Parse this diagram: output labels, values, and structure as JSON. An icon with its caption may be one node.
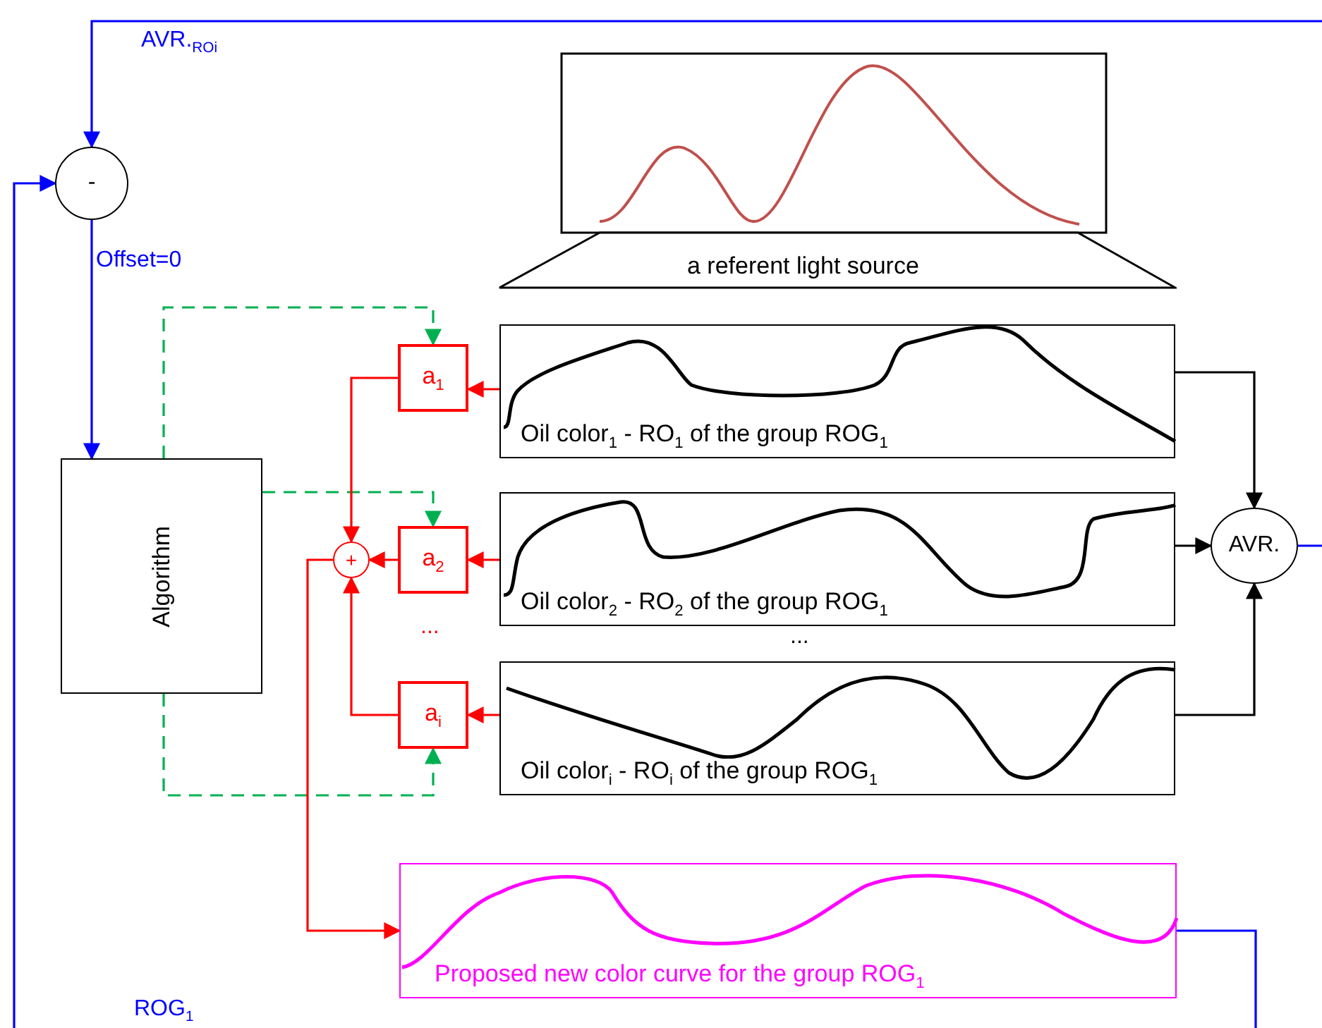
{
  "diagram": {
    "nodes": [
      {
        "text": [
          "-"
        ]
      },
      {
        "text": [
          "Algorithm"
        ]
      },
      {
        "text": [
          "a referent light source"
        ]
      },
      {
        "text": [
          "a$_{1}$"
        ]
      },
      {
        "text": [
          "a$_{2}$"
        ]
      },
      {
        "text": [
          "a$_{i}$"
        ]
      },
      {
        "text": [
          "+"
        ]
      },
      {
        "text": [
          "Oil color$_{1}$ - RO$_{1}$ of the group ROG$_{1}$"
        ]
      },
      {
        "text": [
          "Oil color$_{2}$ - RO$_{2}$ of the group ROG$_{1}$"
        ]
      },
      {
        "text": [
          "Oil color$_{i}$ - RO$_{i}$ of the group ROG$_{1}$"
        ]
      },
      {
        "text": [
          "AVR."
        ]
      },
      {
        "text": [
          "Proposed new color curve for the group ROG$_{1}$"
        ]
      }
    ],
    "edges": [
      {
        "from": null,
        "to": 0,
        "arrow": "to",
        "label": "AVR.$_{ROi}$",
        "color": "#0000ff"
      },
      {
        "from": null,
        "to": 0,
        "arrow": "to",
        "color": "#0000ff"
      },
      {
        "from": 0,
        "to": 1,
        "arrow": "to",
        "label": "Offset=0",
        "color": "#0000ff"
      },
      {
        "from": 1,
        "to": 3,
        "arrow": "to",
        "style": "dashed",
        "color": "#00b050"
      },
      {
        "from": 1,
        "to": 4,
        "arrow": "to",
        "style": "dashed",
        "color": "#00b050"
      },
      {
        "from": 1,
        "to": 5,
        "arrow": "to",
        "style": "dashed",
        "color": "#00b050"
      },
      {
        "from": 7,
        "to": 3,
        "arrow": "to"
      },
      {
        "from": 8,
        "to": 4,
        "arrow": "to"
      },
      {
        "from": 9,
        "to": 5,
        "arrow": "to"
      },
      {
        "from": 3,
        "to": 6,
        "arrow": "to"
      },
      {
        "from": 4,
        "to": 6,
        "arrow": "to"
      },
      {
        "from": 5,
        "to": 6,
        "arrow": "to"
      },
      {
        "from": 6,
        "to": 11,
        "arrow": "to"
      },
      {
        "from": 7,
        "to": 10,
        "arrow": "to",
        "color": "#000000"
      },
      {
        "from": 8,
        "to": 10,
        "arrow": "to",
        "color": "#000000"
      },
      {
        "from": 9,
        "to": 10,
        "arrow": "to",
        "color": "#000000"
      },
      {
        "from": 10,
        "to": null,
        "arrow": "none",
        "color": "#0000ff"
      },
      {
        "from": 11,
        "to": null,
        "arrow": "none",
        "color": "#0000ff"
      }
    ],
    "labels": [
      "...",
      "...",
      "ROG$_{1}$"
    ]
  }
}
